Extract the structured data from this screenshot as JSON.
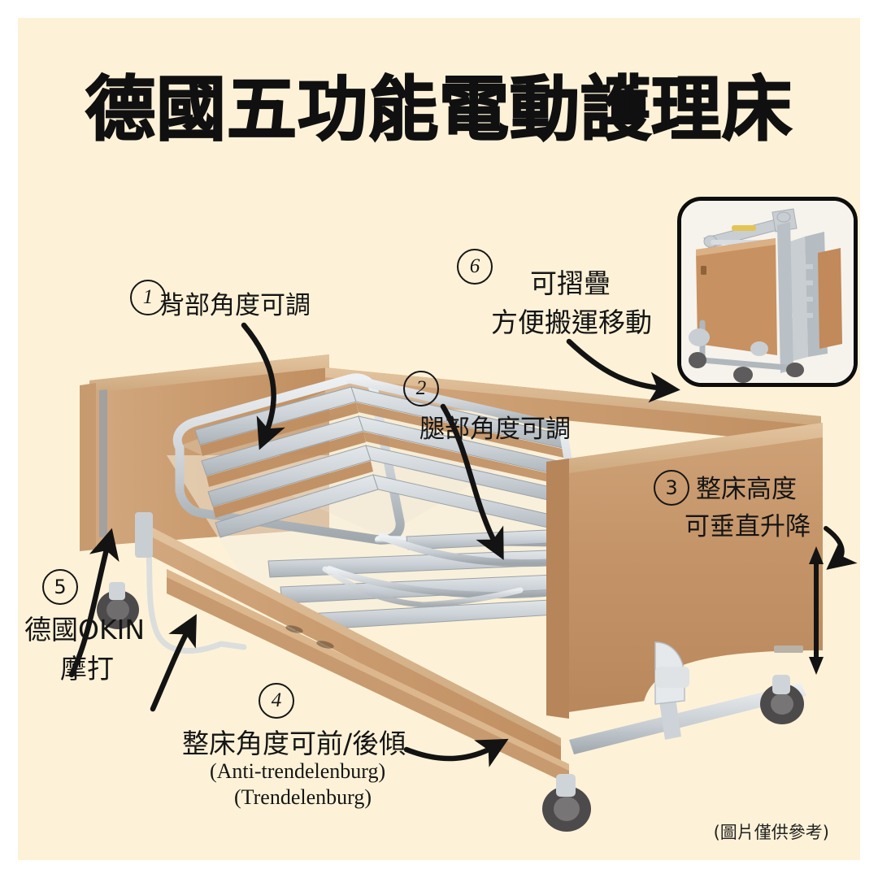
{
  "page": {
    "title": "德國五功能電動護理床",
    "background_color": "#fdf2d7",
    "border_color": "#ffffff",
    "text_color": "#151515",
    "disclaimer": "(圖片僅供參考)"
  },
  "features": [
    {
      "number": "1",
      "label": "背部角度可調",
      "sub": "",
      "sub2": ""
    },
    {
      "number": "2",
      "label": "腿部角度可調",
      "sub": "",
      "sub2": ""
    },
    {
      "number": "3",
      "label": "整床高度",
      "sub": "可垂直升降",
      "sub2": ""
    },
    {
      "number": "4",
      "label": "整床角度可前/後傾",
      "sub": "(Anti-trendelenburg)",
      "sub2": "(Trendelenburg)"
    },
    {
      "number": "5",
      "label": "德國OKIN",
      "sub": "摩打",
      "sub2": ""
    },
    {
      "number": "6",
      "label": "可摺疊",
      "sub": "方便搬運移動",
      "sub2": ""
    }
  ],
  "product": {
    "name": "電動護理床",
    "wood_color": "#c49468",
    "wood_light_color": "#d8b храм88",
    "metal_color": "#cdd2d6",
    "inset_caption": ""
  }
}
